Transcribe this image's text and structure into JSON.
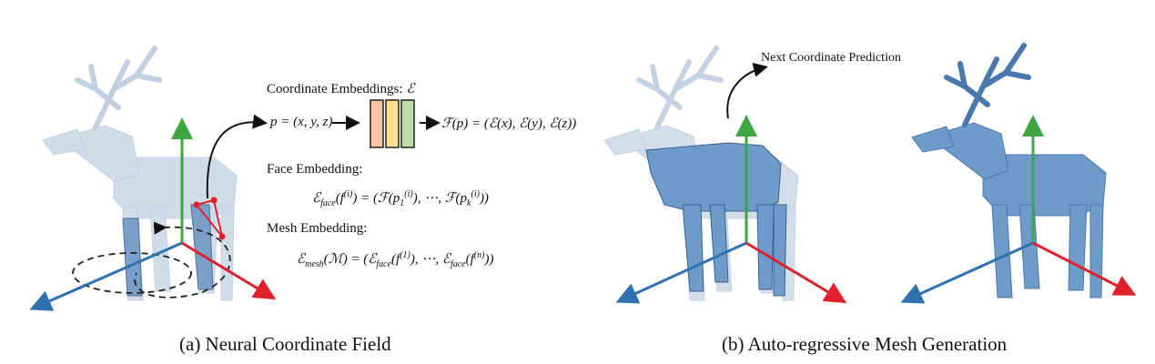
{
  "left_panel": {
    "caption": "(a) Neural Coordinate Field",
    "coord_embed_label": "Coordinate Embeddings: ",
    "coord_embed_symbol": "ℰ",
    "point_eq": "p = (x, y, z)",
    "field_eq": "ℱ(p) = (ℰ(x), ℰ(y), ℰ(z))",
    "face_label": "Face Embedding:",
    "face_eq": {
      "lhs": "ℰ",
      "lhs_sub": "face",
      "lhs_arg": "(f",
      "lhs_sup": "(i)",
      "rhs": ") = (ℱ(p",
      "p1_sub": "1",
      "p_sup": "(i)",
      "mid": "), ⋯, ℱ(p",
      "pk_sub": "k",
      "end": "))"
    },
    "mesh_label": "Mesh Embedding:",
    "mesh_eq": {
      "lhs": "ℰ",
      "lhs_sub": "mesh",
      "lhs_arg": "(ℳ) = (ℰ",
      "sub2": "face",
      "a1": "(f",
      "sup1": "(1)",
      "mid": "), ⋯, ℰ",
      "sub3": "face",
      "a2": "(f",
      "sup2": "(n)",
      "end": "))"
    },
    "embedding_colors": [
      "#f7c4a6",
      "#fde08d",
      "#bcdcaa"
    ]
  },
  "right_panel": {
    "caption": "(b) Auto-regressive Mesh Generation",
    "prediction_label": "Next Coordinate Prediction"
  },
  "colors": {
    "axis_x": "#e0202a",
    "axis_y": "#3ea640",
    "axis_z": "#2f72b0",
    "mesh": "#5b8dc4"
  }
}
